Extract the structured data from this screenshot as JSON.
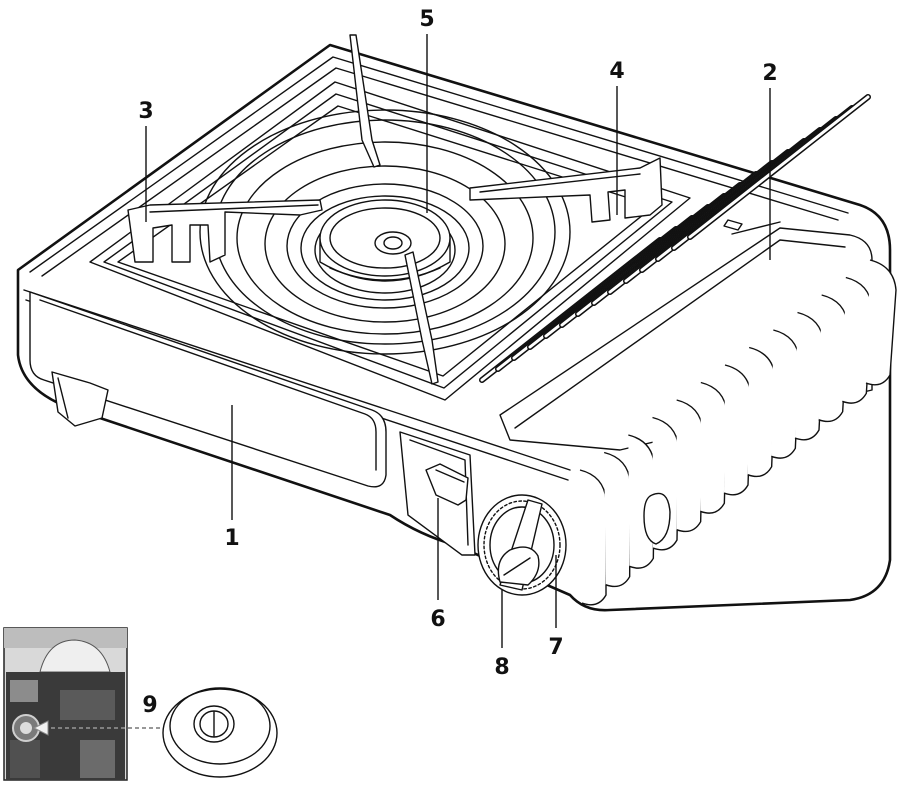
{
  "labels": {
    "l1": "1",
    "l2": "2",
    "l3": "3",
    "l4": "4",
    "l5": "5",
    "l6": "6",
    "l7": "7",
    "l8": "8",
    "l9": "9"
  },
  "colors": {
    "ink": "#111111",
    "paper": "#ffffff",
    "photo_dark": "#3a3a3a"
  }
}
